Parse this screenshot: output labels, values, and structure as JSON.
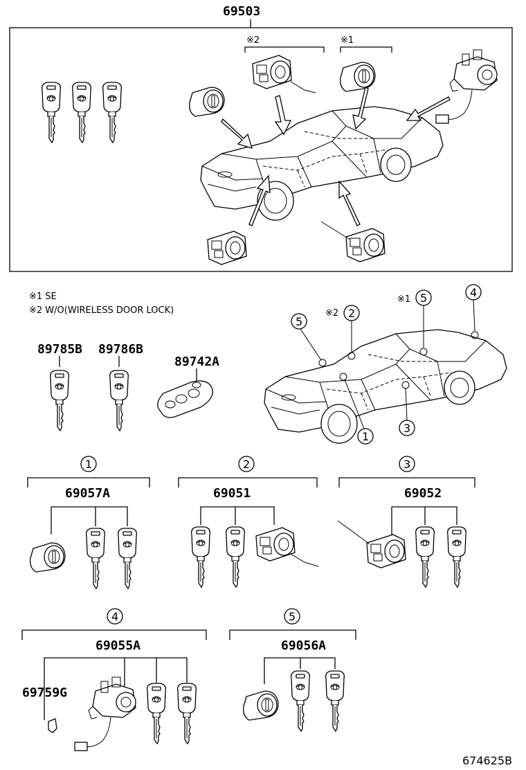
{
  "main_assembly": {
    "part_number": "69503"
  },
  "top_notes": {
    "n2": "※2",
    "n1": "※1"
  },
  "legend": {
    "note1": "※1 SE",
    "note2": "※2 W/O(WIRELESS DOOR LOCK)"
  },
  "loose_parts": [
    {
      "part_number": "89785B"
    },
    {
      "part_number": "89786B"
    },
    {
      "part_number": "89742A"
    }
  ],
  "callouts": {
    "c1": "1",
    "c2": "2",
    "c3": "3",
    "c4": "4",
    "c5a": "5",
    "c5b": "5",
    "n2": "※2",
    "n1": "※1"
  },
  "kits": [
    {
      "index": "1",
      "part_number": "69057A"
    },
    {
      "index": "2",
      "part_number": "69051"
    },
    {
      "index": "3",
      "part_number": "69052"
    },
    {
      "index": "4",
      "part_number": "69055A",
      "sub_part": "69759G"
    },
    {
      "index": "5",
      "part_number": "69056A"
    }
  ],
  "footer": {
    "diagram_code": "674625B"
  }
}
